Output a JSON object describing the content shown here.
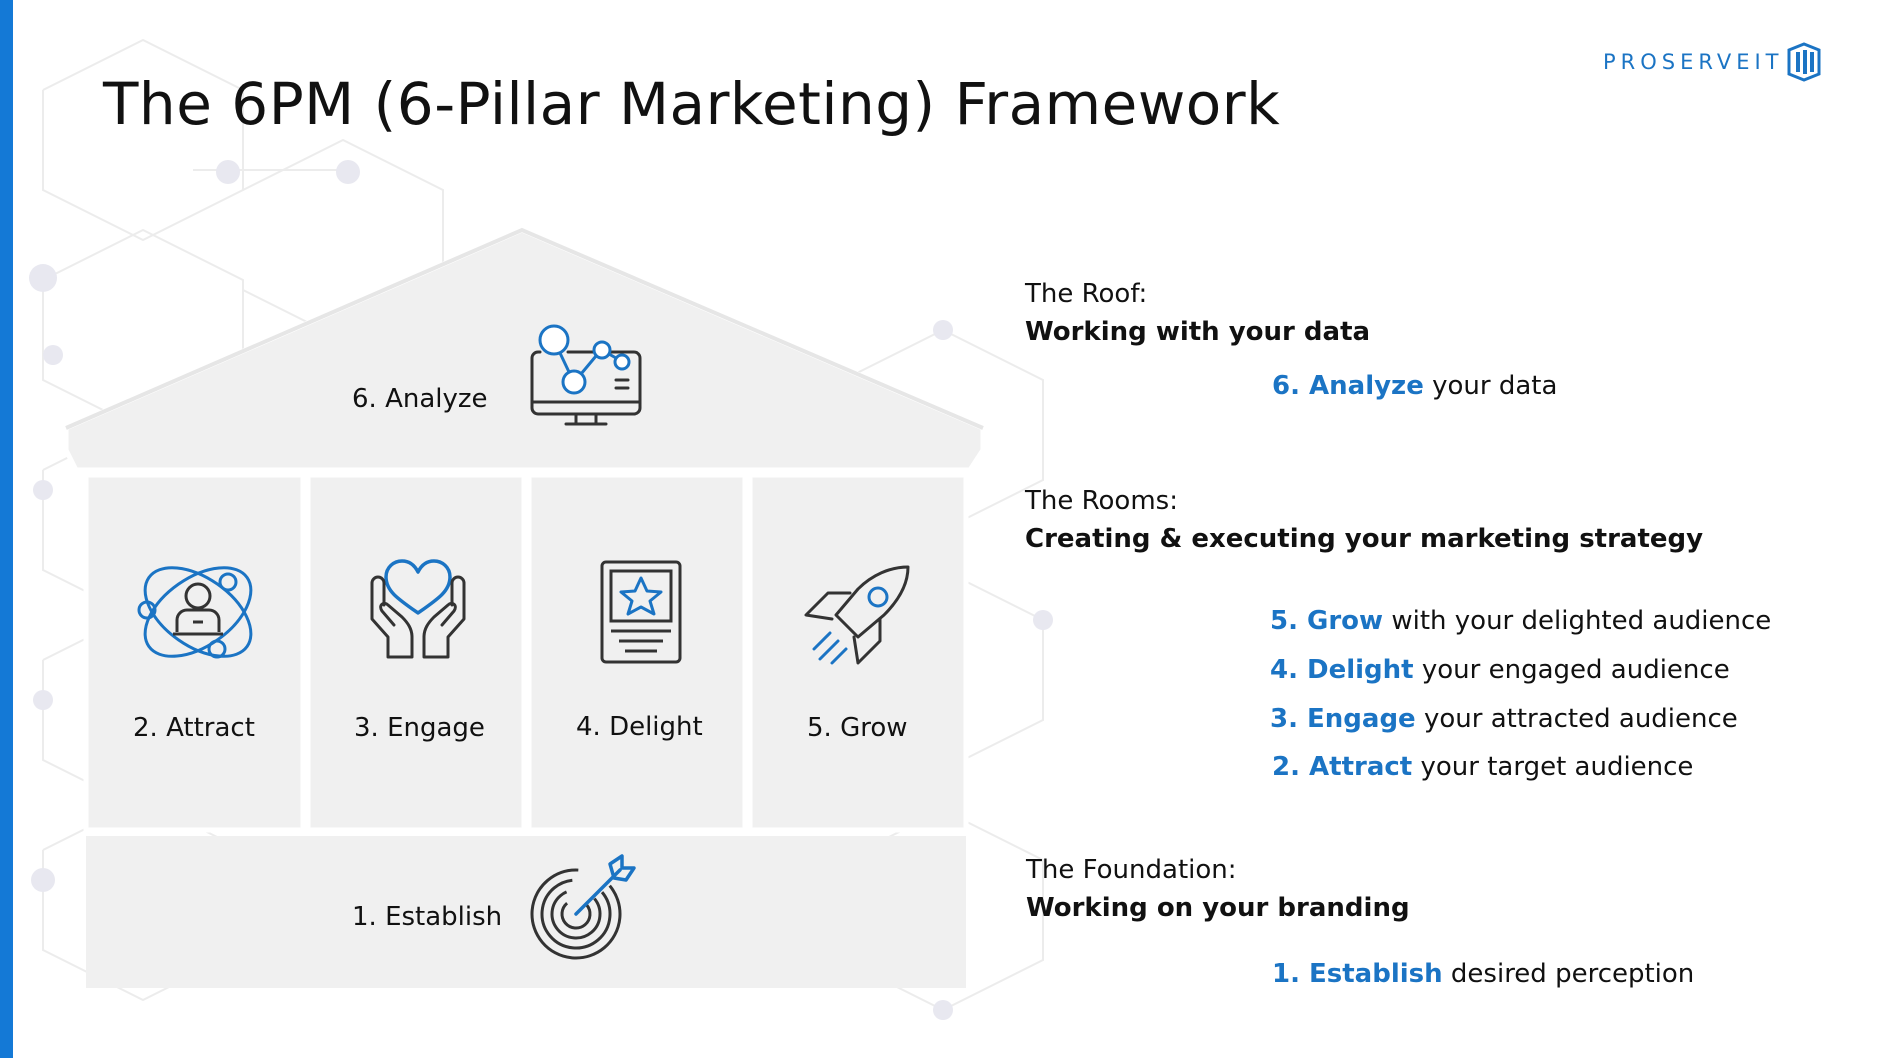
{
  "title": "The 6PM (6-Pillar Marketing) Framework",
  "logo": {
    "text": "PROSERVEIT"
  },
  "colors": {
    "accent": "#1479d6",
    "brand": "#1b74c4",
    "house_fill": "#f0f0f0"
  },
  "house": {
    "roof": {
      "label": "6. Analyze",
      "icon": "analytics-monitor-icon"
    },
    "rooms": [
      {
        "label": "2. Attract",
        "icon": "attract-orbit-icon"
      },
      {
        "label": "3. Engage",
        "icon": "heart-hands-icon"
      },
      {
        "label": "4. Delight",
        "icon": "star-card-icon"
      },
      {
        "label": "5. Grow",
        "icon": "rocket-icon"
      }
    ],
    "foundation": {
      "label": "1. Establish",
      "icon": "target-arrow-icon"
    }
  },
  "sections": {
    "roof": {
      "heading": "The Roof:",
      "subheading": "Working with your data",
      "items": [
        {
          "highlight": "6. Analyze",
          "text": " your data"
        }
      ]
    },
    "rooms": {
      "heading": "The Rooms:",
      "subheading": "Creating & executing your marketing strategy",
      "items": [
        {
          "highlight": "5. Grow",
          "text": " with your delighted audience"
        },
        {
          "highlight": "4. Delight",
          "text": " your engaged audience"
        },
        {
          "highlight": "3. Engage",
          "text": " your attracted audience"
        },
        {
          "highlight": "2. Attract",
          "text": " your target audience"
        }
      ]
    },
    "foundation": {
      "heading": "The Foundation:",
      "subheading": "Working on your branding",
      "items": [
        {
          "highlight": "1. Establish",
          "text": " desired perception"
        }
      ]
    }
  }
}
